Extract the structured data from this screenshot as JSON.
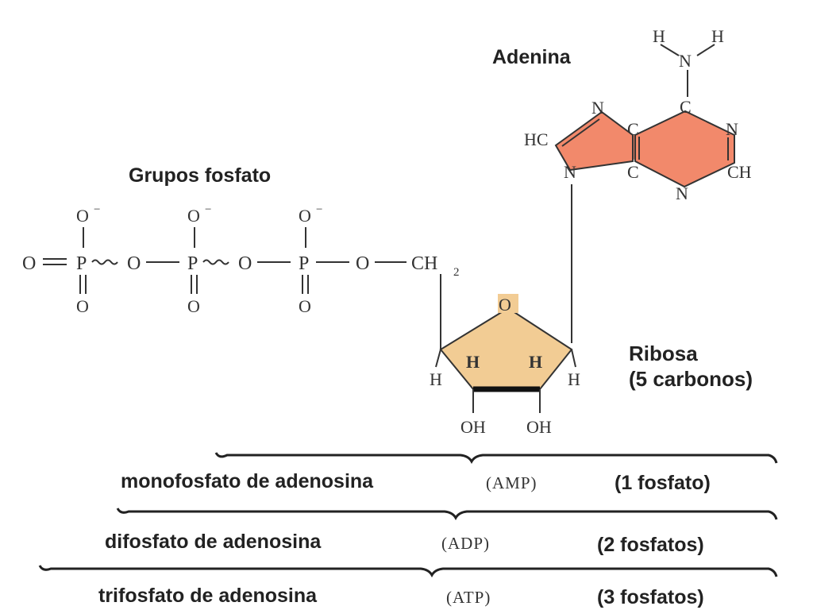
{
  "labels": {
    "adenine": "Adenina",
    "phosphate_groups": "Grupos fosfato",
    "ribose": "Ribosa",
    "ribose_carbons": "(5 carbonos)"
  },
  "adenine_atoms": {
    "h_left": "H",
    "h_right": "H",
    "n_amino": "N",
    "n7": "N",
    "c6": "C",
    "c5": "C",
    "n1": "N",
    "hc8": "HC",
    "n9": "N",
    "c4": "C",
    "ch2": "CH",
    "n3": "N"
  },
  "phosphate_atoms": {
    "o_left": "O",
    "p1": "P",
    "o_bridge1": "O",
    "p2": "P",
    "o_bridge2": "O",
    "p3": "P",
    "o_ester": "O",
    "ch2": "CH",
    "ch2_sub": "2",
    "o_minus": "O",
    "minus": "−",
    "o_double": "O"
  },
  "ribose_atoms": {
    "ring_o": "O",
    "h_outer": "H",
    "h_inner": "H",
    "oh": "OH"
  },
  "rows": [
    {
      "name": "monofosfato de adenosina",
      "abbr": "(AMP)",
      "count": "(1 fosfato)"
    },
    {
      "name": "difosfato de adenosina",
      "abbr": "(ADP)",
      "count": "(2 fosfatos)"
    },
    {
      "name": "trifosfato de adenosina",
      "abbr": "(ATP)",
      "count": "(3 fosfatos)"
    }
  ],
  "colors": {
    "adenine_fill": "#f2896b",
    "ribose_fill": "#f2cc94",
    "stroke": "#333333"
  }
}
